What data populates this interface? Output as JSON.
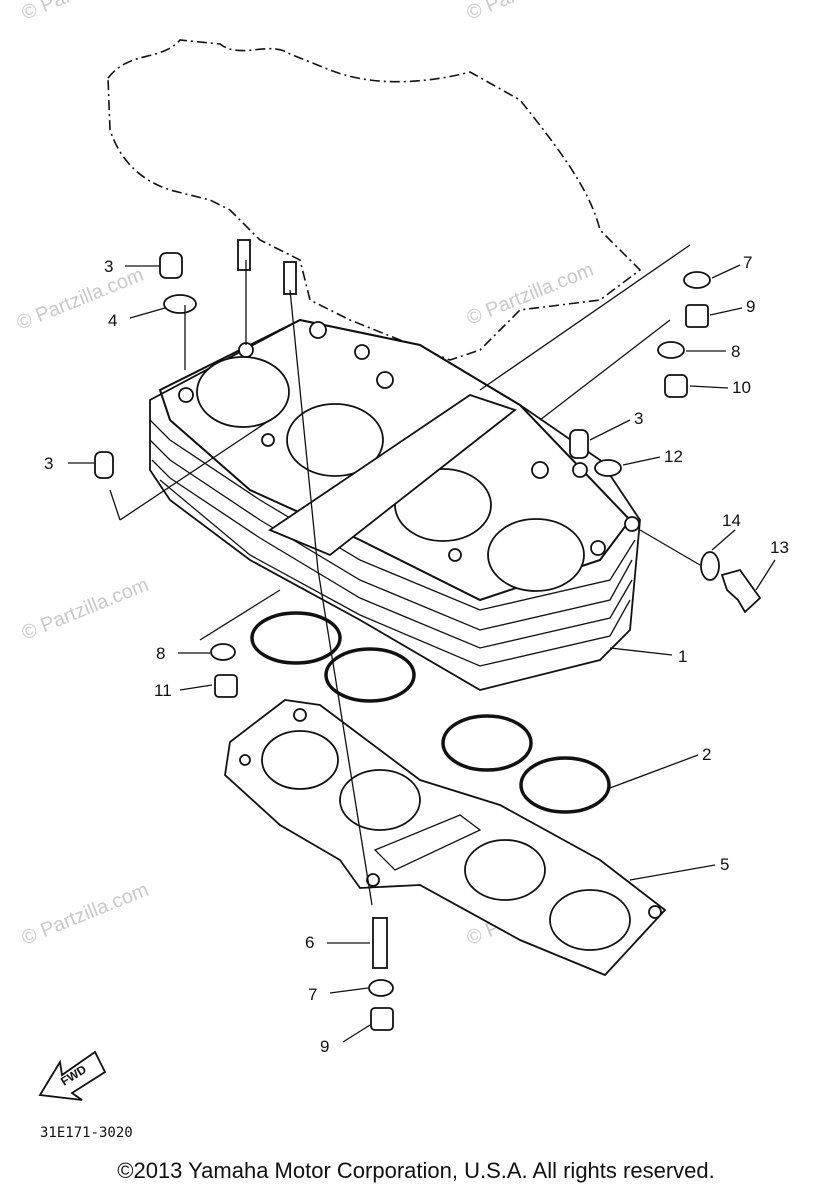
{
  "watermark": "© Partzilla.com",
  "callouts": [
    "1",
    "2",
    "3",
    "3",
    "3",
    "4",
    "5",
    "6",
    "7",
    "7",
    "8",
    "8",
    "9",
    "9",
    "10",
    "11",
    "12",
    "13",
    "14"
  ],
  "arrow_label": "FWD",
  "diagram_code": "31E171-3020",
  "copyright": "©2013  Yamaha Motor Corporation, U.S.A. All rights reserved."
}
